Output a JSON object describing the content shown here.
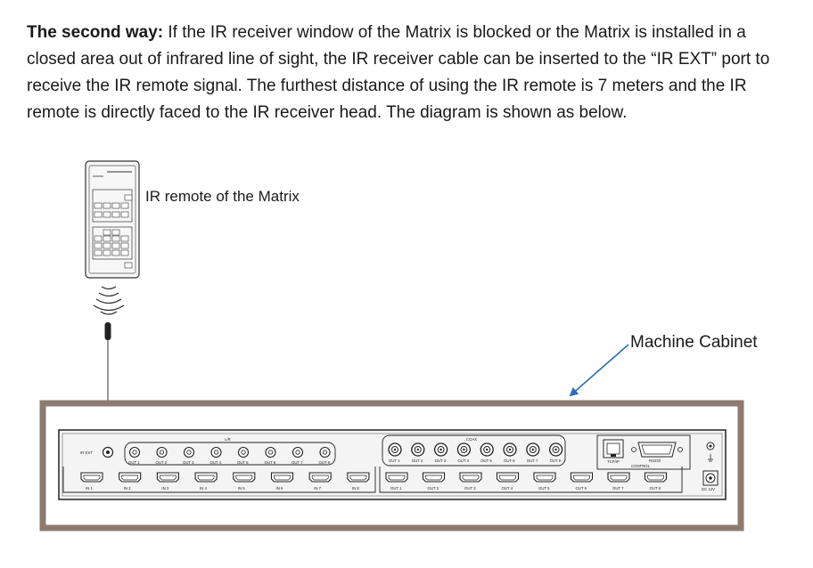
{
  "paragraph": {
    "lead": "The second way:",
    "body": " If the IR receiver window of the Matrix is blocked or the Matrix is installed in a closed area out of infrared line of sight, the IR receiver cable can be inserted to the “IR EXT” port to receive the IR remote signal. The furthest distance of using the IR remote is 7 meters and the IR remote is directly faced to the IR receiver head. The diagram is shown as below."
  },
  "labels": {
    "remote": "IR remote of the Matrix",
    "cabinet": "Machine Cabinet"
  },
  "panel": {
    "ir_ext": "IR EXT",
    "lr": "L/R",
    "coax": "COAX",
    "tcpip": "TCP/IP",
    "rs232": "RS232",
    "control": "CONTROL",
    "dc": "DC 12V",
    "audio_outs": [
      "OUT 1",
      "OUT 2",
      "OUT 3",
      "OUT 4",
      "OUT 5",
      "OUT 6",
      "OUT 7",
      "OUT 8"
    ],
    "coax_outs": [
      "OUT 1",
      "OUT 2",
      "OUT 3",
      "OUT 4",
      "OUT 5",
      "OUT 6",
      "OUT 7",
      "OUT 8"
    ],
    "hdmi_ins": [
      "IN 1",
      "IN 2",
      "IN 3",
      "IN 4",
      "IN 5",
      "IN 6",
      "IN 7",
      "IN 8"
    ],
    "hdmi_outs": [
      "OUT 1",
      "OUT 2",
      "OUT 3",
      "OUT 4",
      "OUT 5",
      "OUT 6",
      "OUT 7",
      "OUT 8"
    ]
  },
  "colors": {
    "cabinet_border": "#8c7b6e",
    "arrow": "#2b6fb3",
    "panel_bg": "#f4f4f4"
  }
}
